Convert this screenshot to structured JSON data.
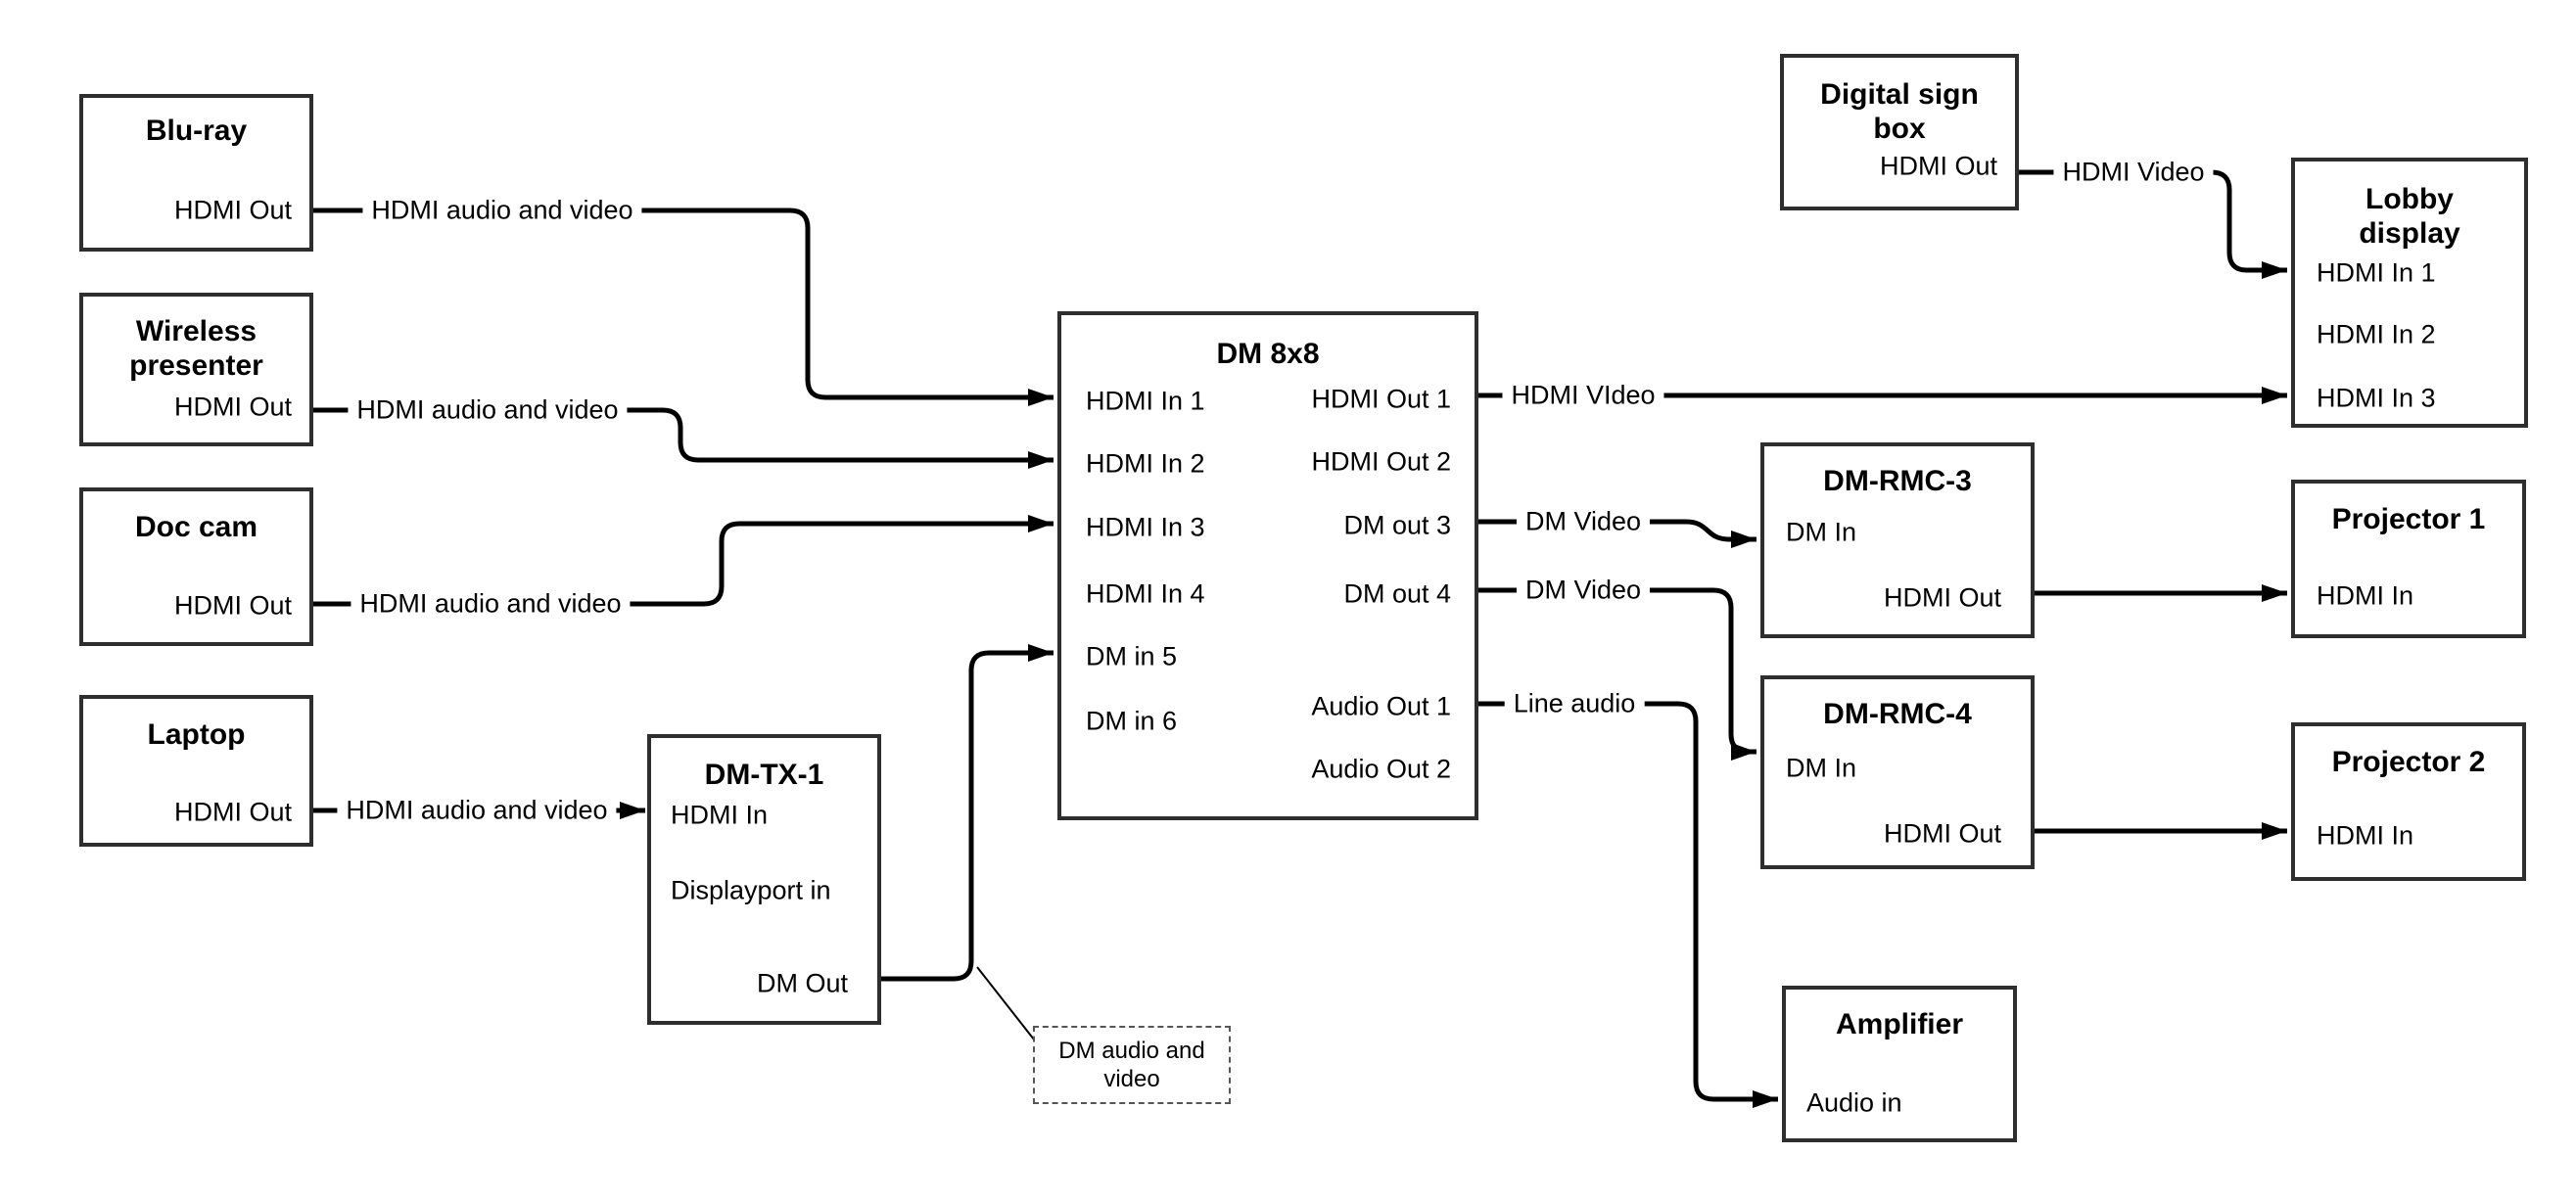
{
  "boxes": {
    "bluray": {
      "title": "Blu-ray",
      "port_hdmi_out": "HDMI Out"
    },
    "wireless": {
      "title_line1": "Wireless",
      "title_line2": "presenter",
      "port_hdmi_out": "HDMI Out"
    },
    "doccam": {
      "title": "Doc cam",
      "port_hdmi_out": "HDMI Out"
    },
    "laptop": {
      "title": "Laptop",
      "port_hdmi_out": "HDMI Out"
    },
    "dmtx1": {
      "title": "DM-TX-1",
      "port_hdmi_in": "HDMI In",
      "port_displayport_in": "Displayport in",
      "port_dm_out": "DM Out"
    },
    "dm8x8": {
      "title": "DM 8x8",
      "in1": "HDMI In 1",
      "in2": "HDMI In 2",
      "in3": "HDMI In 3",
      "in4": "HDMI In 4",
      "in5": "DM in 5",
      "in6": "DM in 6",
      "out1": "HDMI Out 1",
      "out2": "HDMI Out 2",
      "out3": "DM out 3",
      "out4": "DM out 4",
      "audio1": "Audio Out 1",
      "audio2": "Audio Out 2"
    },
    "digital_sign": {
      "title_line1": "Digital sign",
      "title_line2": "box",
      "port_hdmi_out": "HDMI Out"
    },
    "lobby": {
      "title_line1": "Lobby",
      "title_line2": "display",
      "in1": "HDMI In 1",
      "in2": "HDMI In 2",
      "in3": "HDMI In 3"
    },
    "rmc3": {
      "title": "DM-RMC-3",
      "port_dm_in": "DM In",
      "port_hdmi_out": "HDMI Out"
    },
    "rmc4": {
      "title": "DM-RMC-4",
      "port_dm_in": "DM In",
      "port_hdmi_out": "HDMI Out"
    },
    "proj1": {
      "title": "Projector 1",
      "port_hdmi_in": "HDMI In"
    },
    "proj2": {
      "title": "Projector 2",
      "port_hdmi_in": "HDMI In"
    },
    "amplifier": {
      "title": "Amplifier",
      "port_audio_in": "Audio in"
    }
  },
  "wire_labels": {
    "bluray_feed": "HDMI audio and video",
    "wireless_feed": "HDMI audio and video",
    "doccam_feed": "HDMI audio and video",
    "laptop_feed": "HDMI audio and video",
    "hdmi_out1": "HDMI VIdeo",
    "digital_sign": "HDMI Video",
    "dm_out3": "DM Video",
    "dm_out4": "DM Video",
    "audio_out1": "Line audio"
  },
  "annotation": {
    "line1": "DM audio and",
    "line2": "video"
  },
  "colors": {
    "background": "#ffffff",
    "box_border": "#2e2e2e",
    "wire": "#000000",
    "text": "#000000",
    "note_border": "#555555"
  }
}
